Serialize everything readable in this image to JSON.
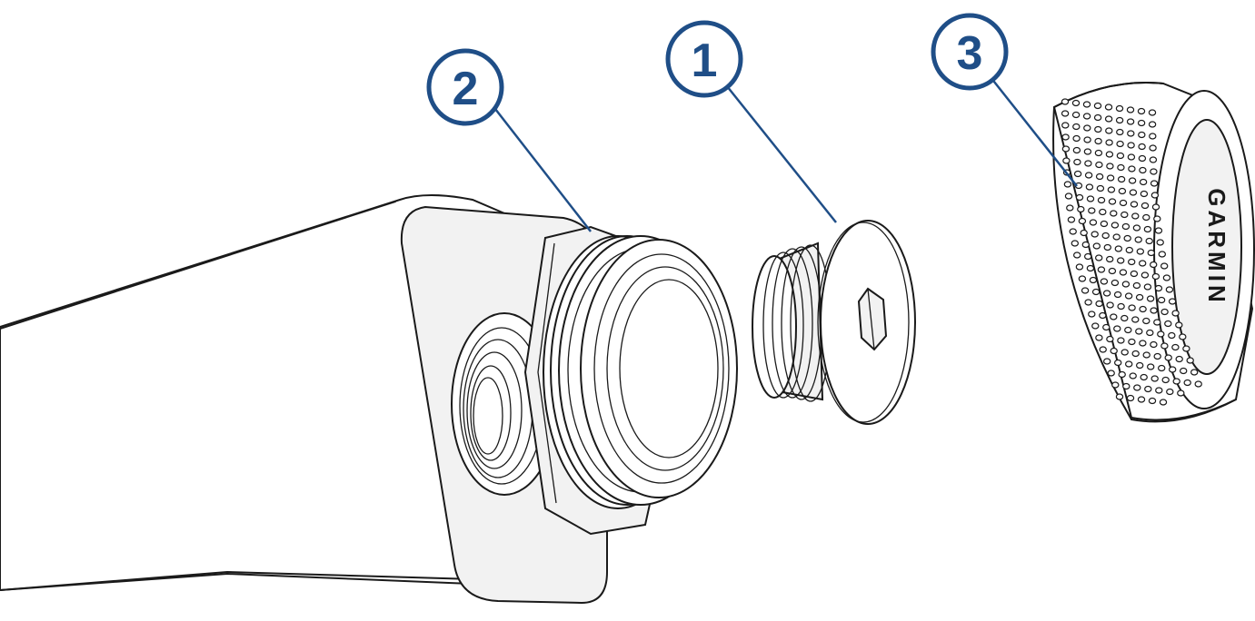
{
  "callouts": [
    {
      "id": "1",
      "label": "1",
      "target": "screw"
    },
    {
      "id": "2",
      "label": "2",
      "target": "threaded-adapter"
    },
    {
      "id": "3",
      "label": "3",
      "target": "knurled-cap"
    }
  ],
  "colors": {
    "callout": "#1f4e87",
    "line_art": "#1a1a1a",
    "background": "#ffffff"
  },
  "cap_logo_text": "GARMIN"
}
